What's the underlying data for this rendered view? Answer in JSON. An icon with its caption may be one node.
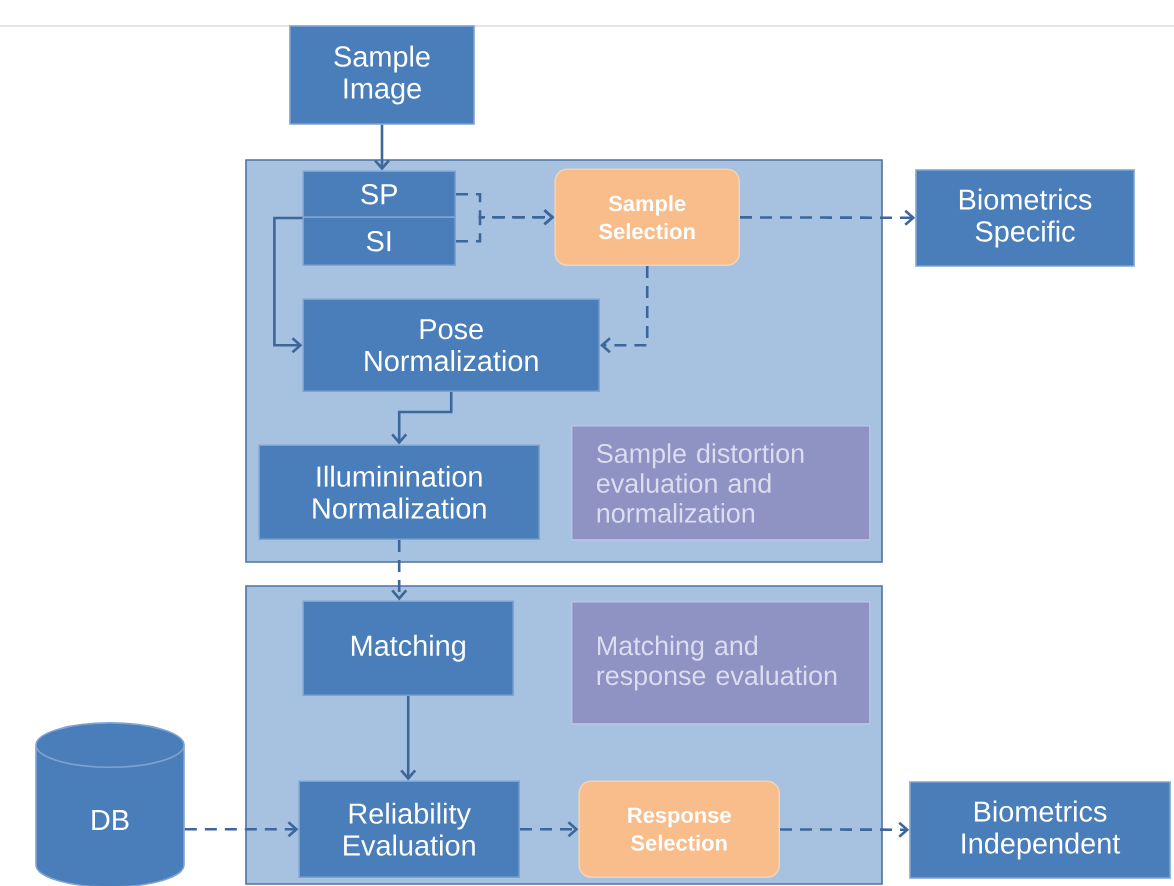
{
  "diagram": {
    "nodes": [
      {
        "text": [
          "Sample Image"
        ]
      },
      {
        "text": [],
        "shape": "box"
      },
      {
        "text": [
          "SP"
        ],
        "in": 1
      },
      {
        "text": [
          "SI"
        ],
        "in": 1
      },
      {
        "text": [
          "Sample Selection"
        ],
        "in": 1
      },
      {
        "text": [
          "Biometrics Specific"
        ]
      },
      {
        "text": [
          "Pose Normalization"
        ],
        "in": 1
      },
      {
        "text": [
          "Illuminination Normalization"
        ],
        "in": 1
      },
      {
        "text": [
          "Sample distortion evaluation and normalization"
        ],
        "in": 1
      },
      {
        "text": [],
        "shape": "box"
      },
      {
        "text": [
          "Matching"
        ],
        "in": 9
      },
      {
        "text": [
          "Matching and response evaluation"
        ],
        "in": 9
      },
      {
        "text": [
          "DB"
        ]
      },
      {
        "text": [
          "Reliability Evaluation"
        ],
        "in": 9
      },
      {
        "text": [
          "Response Selection"
        ],
        "in": 9
      },
      {
        "text": [
          "Biometrics Independent"
        ]
      }
    ],
    "edges": [
      {
        "from": 0,
        "to": 2,
        "arrow": "to"
      },
      {
        "from": 2,
        "to": 4,
        "arrow": "to",
        "style": "dashed"
      },
      {
        "from": 3,
        "to": 4,
        "arrow": "to",
        "style": "dashed"
      },
      {
        "from": 4,
        "to": 5,
        "arrow": "to",
        "style": "dashed"
      },
      {
        "from": 4,
        "to": 6,
        "arrow": "to",
        "style": "dashed"
      },
      {
        "from": 2,
        "to": 6,
        "arrow": "to"
      },
      {
        "from": 6,
        "to": 7,
        "arrow": "to"
      },
      {
        "from": 7,
        "to": 10,
        "arrow": "to",
        "style": "dashed"
      },
      {
        "from": 10,
        "to": 13,
        "arrow": "to"
      },
      {
        "from": 12,
        "to": 13,
        "arrow": "to",
        "style": "dashed"
      },
      {
        "from": 13,
        "to": 14,
        "arrow": "to",
        "style": "dashed"
      },
      {
        "from": 14,
        "to": 15,
        "arrow": "to",
        "style": "dashed"
      }
    ]
  }
}
